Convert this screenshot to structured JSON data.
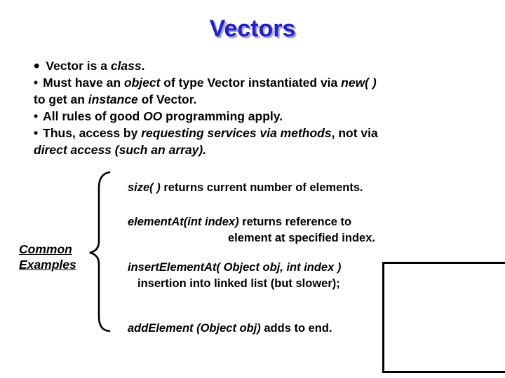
{
  "slide": {
    "title": "Vectors",
    "title_color": "#2020c4",
    "title_shadow_color": "#a9a9db",
    "intro_lines": [
      {
        "bullet": "•",
        "runs": [
          {
            "t": "Vector is a "
          },
          {
            "t": "class",
            "i": 1
          },
          {
            "t": "."
          }
        ]
      },
      {
        "bullet": "•",
        "runs": [
          {
            "t": "Must have an "
          },
          {
            "t": "object",
            "i": 1
          },
          {
            "t": " of type Vector instantiated via "
          },
          {
            "t": "new( )",
            "i": 1
          }
        ]
      },
      {
        "bullet": "",
        "runs": [
          {
            "t": "to get an "
          },
          {
            "t": "instance",
            "i": 1
          },
          {
            "t": " of Vector."
          }
        ]
      },
      {
        "bullet": "•",
        "runs": [
          {
            "t": "All rules of good "
          },
          {
            "t": "OO",
            "i": 1
          },
          {
            "t": " programming apply."
          }
        ]
      },
      {
        "bullet": "•",
        "runs": [
          {
            "t": "Thus, access by "
          },
          {
            "t": "requesting services via methods",
            "i": 1
          },
          {
            "t": ", not via"
          }
        ]
      },
      {
        "bullet": "",
        "runs": [
          {
            "t": "direct access (such an array).",
            "i": 1
          }
        ]
      }
    ],
    "examples_label": {
      "line1": "Common",
      "line2": "Examples"
    },
    "examples": {
      "size": {
        "line1": [
          {
            "t": "size( )",
            "i": 1
          },
          {
            "t": " returns current number of elements."
          }
        ]
      },
      "element_at": {
        "line1": [
          {
            "t": "elementAt(int index)",
            "i": 1
          },
          {
            "t": " returns reference to"
          }
        ],
        "line2": [
          {
            "t": "element at specified index."
          }
        ]
      },
      "insert_element_at": {
        "line1": [
          {
            "t": "insertElementAt( Object obj, int index )",
            "i": 1
          }
        ],
        "line2": [
          {
            "t": "insertion into linked list (but  slower);"
          }
        ]
      },
      "add_element": {
        "line1": [
          {
            "t": "addElement (Object obj)",
            "i": 1
          },
          {
            "t": " adds to end."
          }
        ]
      }
    }
  }
}
